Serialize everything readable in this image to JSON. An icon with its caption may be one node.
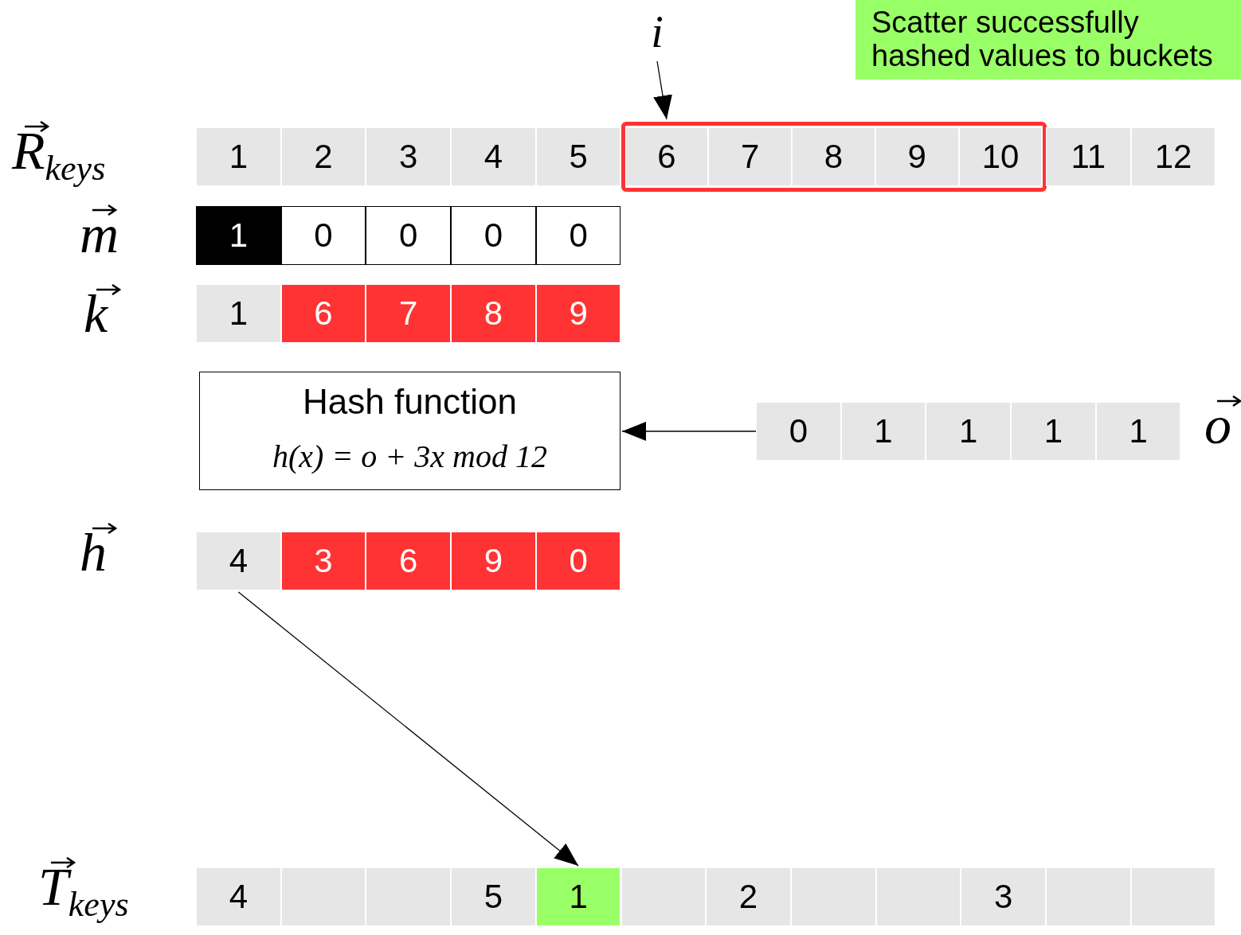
{
  "diagram": {
    "nodes": [
      {
        "text": [
          "i"
        ]
      },
      {
        "text": [
          "1"
        ]
      },
      {
        "text": [
          "2"
        ]
      },
      {
        "text": [
          "3"
        ]
      },
      {
        "text": [
          "4"
        ]
      },
      {
        "text": [
          "5"
        ]
      },
      {
        "text": [],
        "shape": "box"
      },
      {
        "text": [
          "6"
        ],
        "in": 6
      },
      {
        "text": [
          "7"
        ],
        "in": 6
      },
      {
        "text": [
          "8"
        ],
        "in": 6
      },
      {
        "text": [
          "9"
        ],
        "in": 6
      },
      {
        "text": [
          "10"
        ],
        "in": 6
      },
      {
        "text": [
          "11"
        ]
      },
      {
        "text": [
          "12"
        ]
      },
      {
        "text": [
          "1"
        ]
      },
      {
        "text": [
          "0"
        ]
      },
      {
        "text": [
          "0"
        ]
      },
      {
        "text": [
          "0"
        ]
      },
      {
        "text": [
          "0"
        ]
      },
      {
        "text": [
          "1"
        ]
      },
      {
        "text": [
          "6"
        ]
      },
      {
        "text": [
          "7"
        ]
      },
      {
        "text": [
          "8"
        ]
      },
      {
        "text": [
          "9"
        ]
      },
      {
        "text": [
          "Hash function",
          "h(x) = o + 3x mod 12"
        ]
      },
      {
        "text": [
          "0"
        ]
      },
      {
        "text": [
          "1"
        ]
      },
      {
        "text": [
          "1"
        ]
      },
      {
        "text": [
          "1"
        ]
      },
      {
        "text": [
          "1"
        ]
      },
      {
        "text": [
          "4"
        ]
      },
      {
        "text": [
          "3"
        ]
      },
      {
        "text": [
          "6"
        ]
      },
      {
        "text": [
          "9"
        ]
      },
      {
        "text": [
          "0"
        ]
      },
      {
        "text": [
          "4"
        ]
      },
      {
        "text": [],
        "shape": "box"
      },
      {
        "text": [],
        "shape": "box"
      },
      {
        "text": [
          "5"
        ]
      },
      {
        "text": [
          "1"
        ]
      },
      {
        "text": [],
        "shape": "box"
      },
      {
        "text": [
          "2"
        ]
      },
      {
        "text": [],
        "shape": "box"
      },
      {
        "text": [],
        "shape": "box"
      },
      {
        "text": [
          "3"
        ]
      },
      {
        "text": [],
        "shape": "box"
      },
      {
        "text": [],
        "shape": "box"
      },
      {
        "text": [
          "Scatter successfully hashed values to buckets"
        ]
      }
    ],
    "edges": [
      {
        "from": 0,
        "to": 7,
        "arrow": "to"
      },
      {
        "from": 25,
        "to": 24,
        "arrow": "to"
      },
      {
        "from": 30,
        "to": 39,
        "arrow": "to"
      }
    ],
    "labels": [
      "R$_{keys}$",
      "m",
      "k",
      "o",
      "h",
      "T$_{keys}$"
    ]
  }
}
